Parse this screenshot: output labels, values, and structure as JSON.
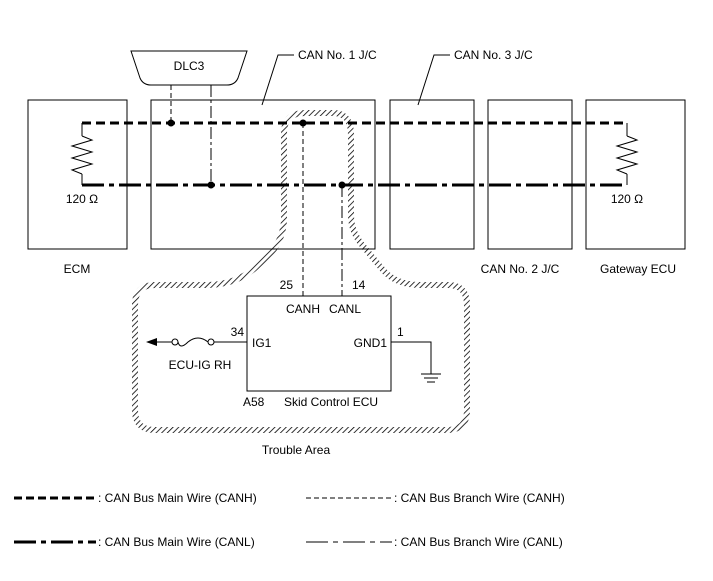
{
  "labels": {
    "dlc3": "DLC3",
    "can1_jc": "CAN No. 1 J/C",
    "can3_jc": "CAN No. 3 J/C",
    "can2_jc": "CAN No. 2 J/C",
    "ecm": "ECM",
    "gateway_ecu": "Gateway ECU",
    "res_left": "120 Ω",
    "res_right": "120 Ω",
    "pin25": "25",
    "pin14": "14",
    "canh": "CANH",
    "canl": "CANL",
    "pin34": "34",
    "ig1": "IG1",
    "pin1": "1",
    "gnd1": "GND1",
    "ecu_ig_rh": "ECU-IG RH",
    "connector": "A58",
    "skid_ecu": "Skid Control ECU",
    "trouble_area": "Trouble Area"
  },
  "legend": {
    "main_canh": ": CAN Bus Main Wire (CANH)",
    "branch_canh": ": CAN Bus Branch Wire (CANH)",
    "main_canl": ": CAN Bus Main Wire (CANL)",
    "branch_canl": ": CAN Bus Branch Wire (CANL)"
  }
}
